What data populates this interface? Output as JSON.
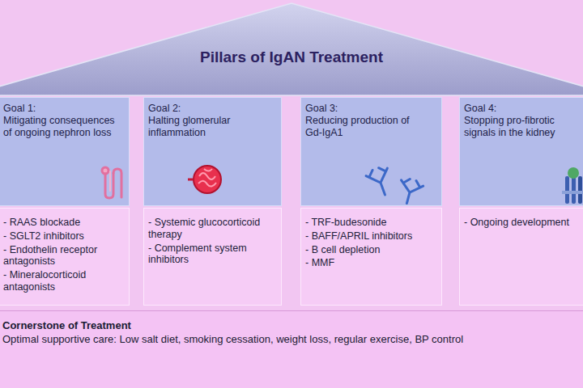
{
  "diagram": {
    "title": "Pillars of IgAN Treatment",
    "nodes": [
      {
        "text": [
          "Goal 1:",
          "Mitigating consequences of ongoing nephron loss"
        ]
      },
      {
        "text": [
          "Goal 2:",
          "Halting glomerular inflammation"
        ]
      },
      {
        "text": [
          "Goal 3:",
          "Reducing production of Gd-IgA1"
        ]
      },
      {
        "text": [
          "Goal 4:",
          "Stopping pro-fibrotic signals in the kidney"
        ]
      },
      {
        "text": [
          "- RAAS blockade",
          "- SGLT2 inhibitors",
          "- Endothelin receptor antagonists",
          "- Mineralocorticoid antagonists"
        ]
      },
      {
        "text": [
          "- Systemic glucocorticoid therapy",
          "- Complement system inhibitors"
        ]
      },
      {
        "text": [
          "- TRF-budesonide",
          "- BAFF/APRIL inhibitors",
          "- B cell depletion",
          "- MMF"
        ]
      },
      {
        "text": [
          "- Ongoing development"
        ]
      },
      {
        "text": [
          "Cornerstone of Treatment",
          "Optimal supportive care: Low salt diet, smoking cessation, weight loss, regular exercise, BP control"
        ]
      }
    ]
  }
}
